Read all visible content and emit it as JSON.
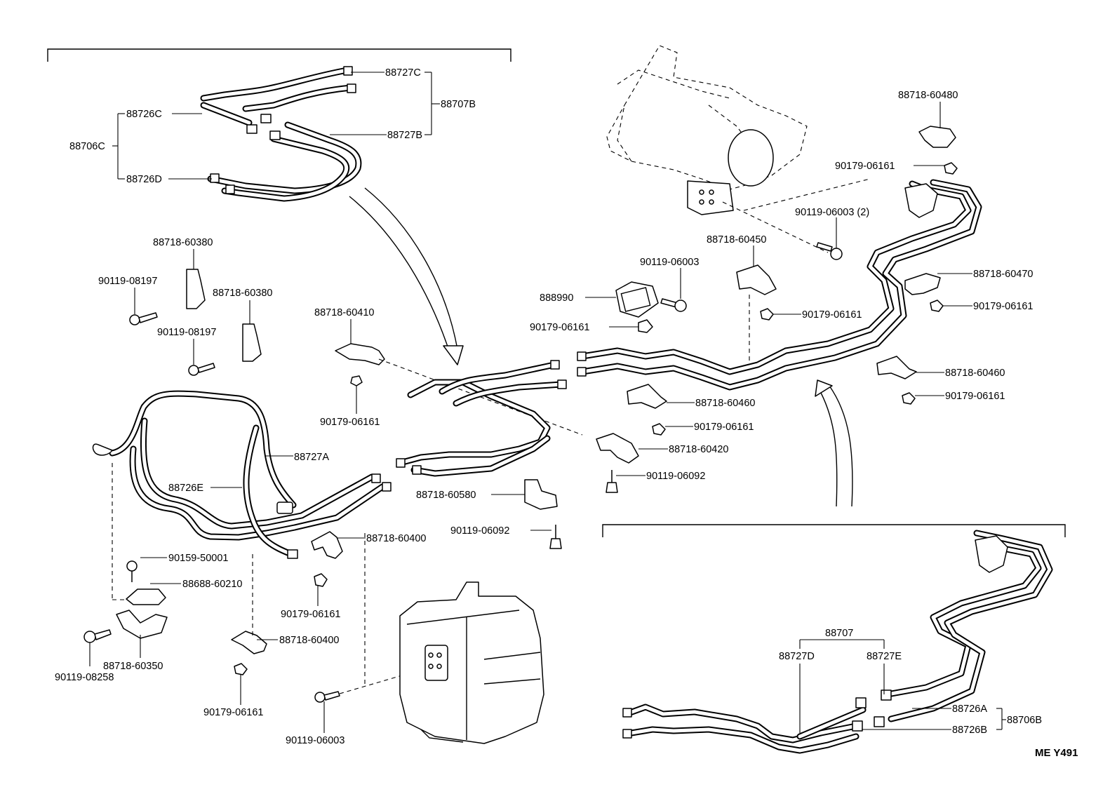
{
  "labels": {
    "l_88727C": "88727C",
    "l_88707B": "88707B",
    "l_88726C": "88726C",
    "l_88706C": "88706C",
    "l_88727B": "88727B",
    "l_88726D": "88726D",
    "l_88718_60380a": "88718-60380",
    "l_90119_08197a": "90119-08197",
    "l_88718_60380b": "88718-60380",
    "l_90119_08197b": "90119-08197",
    "l_88718_60410": "88718-60410",
    "l_90179_06161_c": "90179-06161",
    "l_88727A": "88727A",
    "l_88726E": "88726E",
    "l_88718_60580": "88718-60580",
    "l_90119_06092_b": "90119-06092",
    "l_88718_60400_a": "88718-60400",
    "l_90159_50001": "90159-50001",
    "l_88688_60210": "88688-60210",
    "l_90179_06161_d": "90179-06161",
    "l_88718_60350": "88718-60350",
    "l_90119_08258": "90119-08258",
    "l_88718_60400_b": "88718-60400",
    "l_90179_06161_e": "90179-06161",
    "l_90119_06003_c": "90119-06003",
    "l_88718_60480": "88718-60480",
    "l_90179_06161_top": "90179-06161",
    "l_90119_06003_2": "90119-06003 (2)",
    "l_88718_60450": "88718-60450",
    "l_90119_06003_b": "90119-06003",
    "l_888990": "888990",
    "l_90179_06161_f": "90179-06161",
    "l_90179_06161_g": "90179-06161",
    "l_88718_60470": "88718-60470",
    "l_90179_06161_h": "90179-06161",
    "l_88718_60460_a": "88718-60460",
    "l_90179_06161_i": "90179-06161",
    "l_88718_60460_b": "88718-60460",
    "l_90179_06161_j": "90179-06161",
    "l_88718_60420": "88718-60420",
    "l_90119_06092_a": "90119-06092",
    "l_88707": "88707",
    "l_88727D": "88727D",
    "l_88727E": "88727E",
    "l_88726A": "88726A",
    "l_88706B": "88706B",
    "l_88726B": "88726B",
    "code": "ME Y491"
  }
}
